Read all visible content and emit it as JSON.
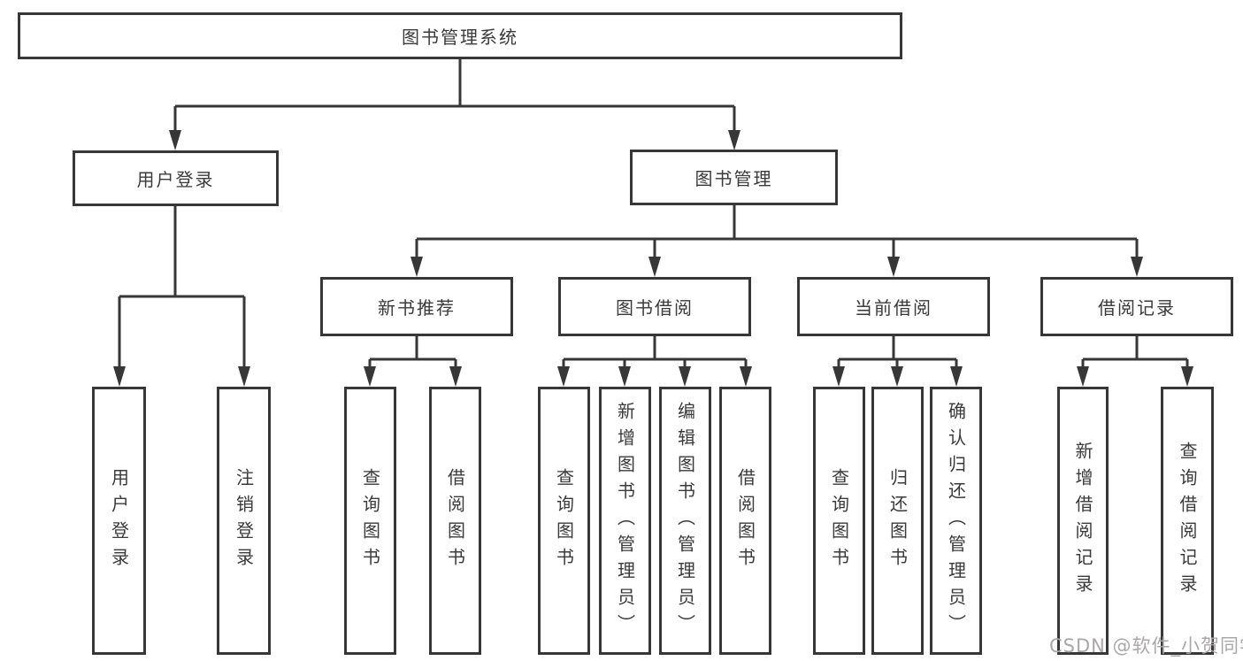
{
  "diagram": {
    "root": {
      "label": "图书管理系统"
    },
    "branches": [
      {
        "label": "用户登录",
        "children": [
          {
            "label": "用户登录"
          },
          {
            "label": "注销登录"
          }
        ]
      },
      {
        "label": "图书管理",
        "children": [
          {
            "label": "新书推荐",
            "children": [
              {
                "label": "查询图书"
              },
              {
                "label": "借阅图书"
              }
            ]
          },
          {
            "label": "图书借阅",
            "children": [
              {
                "label": "查询图书"
              },
              {
                "label": "新增图书（管理员）"
              },
              {
                "label": "编辑图书（管理员）"
              },
              {
                "label": "借阅图书"
              }
            ]
          },
          {
            "label": "当前借阅",
            "children": [
              {
                "label": "查询图书"
              },
              {
                "label": "归还图书"
              },
              {
                "label": "确认归还（管理员）"
              }
            ]
          },
          {
            "label": "借阅记录",
            "children": [
              {
                "label": "新增借阅记录"
              },
              {
                "label": "查询借阅记录"
              }
            ]
          }
        ]
      }
    ]
  },
  "watermark": {
    "text": "CSDN @软件_小贺同学"
  },
  "colors": {
    "line": "#373737",
    "text": "#3a3a3a",
    "watermark": "#aaa7a7",
    "background": "#ffffff"
  }
}
